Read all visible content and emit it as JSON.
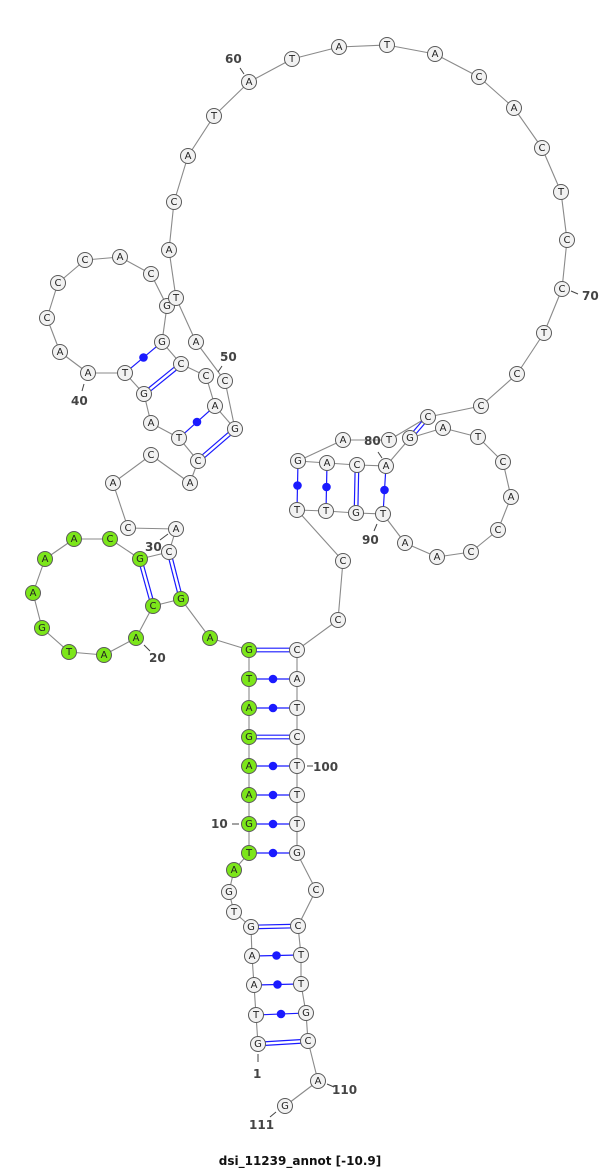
{
  "title": "dsi_11239_annot [-10.9]",
  "colors": {
    "highlight": "#7ce61a",
    "pair": "#1a1aff",
    "backbone": "#8a8a8a",
    "node": "#f2f2f2"
  },
  "sequence": [
    "G",
    "T",
    "A",
    "A",
    "G",
    "T",
    "G",
    "A",
    "T",
    "G",
    "A",
    "A",
    "G",
    "A",
    "T",
    "G",
    "A",
    "G",
    "C",
    "A",
    "A",
    "T",
    "G",
    "A",
    "A",
    "A",
    "C",
    "G",
    "C",
    "A",
    "C",
    "A",
    "C",
    "A",
    "C",
    "T",
    "A",
    "G",
    "T",
    "A",
    "A",
    "C",
    "C",
    "C",
    "A",
    "C",
    "G",
    "G",
    "C",
    "C",
    "A",
    "G",
    "C",
    "A",
    "T",
    "A",
    "C",
    "A",
    "T",
    "A",
    "T",
    "A",
    "T",
    "A",
    "C",
    "A",
    "C",
    "T",
    "C",
    "C",
    "T",
    "C",
    "C",
    "C",
    "T",
    "A",
    "G",
    "A",
    "C",
    "A",
    "G",
    "A",
    "T",
    "C",
    "A",
    "C",
    "C",
    "A",
    "A",
    "T",
    "G",
    "T",
    "T",
    "C",
    "C",
    "C",
    "A",
    "T",
    "C",
    "T",
    "T",
    "T",
    "G",
    "C",
    "C",
    "T",
    "T",
    "G",
    "C",
    "A",
    "G"
  ],
  "highlighted_range": [
    8,
    28
  ],
  "pairs": [
    [
      1,
      109
    ],
    [
      2,
      108
    ],
    [
      3,
      107
    ],
    [
      4,
      106
    ],
    [
      5,
      105
    ],
    [
      9,
      103
    ],
    [
      10,
      102
    ],
    [
      11,
      101
    ],
    [
      12,
      100
    ],
    [
      13,
      99
    ],
    [
      14,
      98
    ],
    [
      15,
      97
    ],
    [
      16,
      96
    ],
    [
      18,
      29
    ],
    [
      19,
      28
    ],
    [
      35,
      52
    ],
    [
      36,
      51
    ],
    [
      38,
      49
    ],
    [
      39,
      48
    ],
    [
      74,
      81
    ],
    [
      77,
      93
    ],
    [
      78,
      92
    ],
    [
      79,
      91
    ],
    [
      80,
      90
    ]
  ],
  "position_labels": [
    "1",
    "10",
    "20",
    "30",
    "40",
    "50",
    "60",
    "70",
    "80",
    "90",
    "100",
    "110",
    "111"
  ]
}
